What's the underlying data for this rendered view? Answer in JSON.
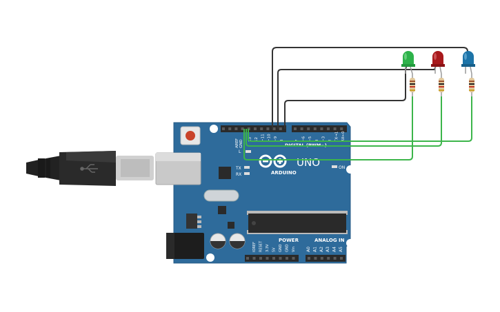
{
  "board": {
    "brand": "ARDUINO",
    "model": "UNO",
    "digital_header": "DIGITAL (PWM~)",
    "aref": "AREF",
    "gnd": "GND",
    "led_l": "L",
    "tx": "TX",
    "rx": "RX",
    "on": "ON",
    "power_label": "POWER",
    "analog_label": "ANALOG IN",
    "digital_pins": [
      "13",
      "12",
      "~11",
      "~10",
      "~9",
      "8",
      "7",
      "~6",
      "~5",
      "4",
      "~3",
      "2",
      "TX→1",
      "RX←0"
    ],
    "power_pins": [
      "IOREF",
      "RESET",
      "3.3V",
      "5V",
      "GND",
      "GND",
      "Vin"
    ],
    "analog_pins": [
      "A0",
      "A1",
      "A2",
      "A3",
      "A4",
      "A5"
    ],
    "colors": {
      "pcb": "#2e6b9b",
      "pcb_edge": "#245a86",
      "header": "#2a2a2a"
    }
  },
  "components": {
    "leds": [
      {
        "name": "green",
        "color": "#2db24a"
      },
      {
        "name": "red",
        "color": "#a8191c"
      },
      {
        "name": "blue",
        "color": "#1d74a8"
      }
    ],
    "wire_colors": {
      "signal": "#333333",
      "ground": "#3cb54a"
    }
  },
  "icons": {
    "usb": "usb-icon"
  }
}
